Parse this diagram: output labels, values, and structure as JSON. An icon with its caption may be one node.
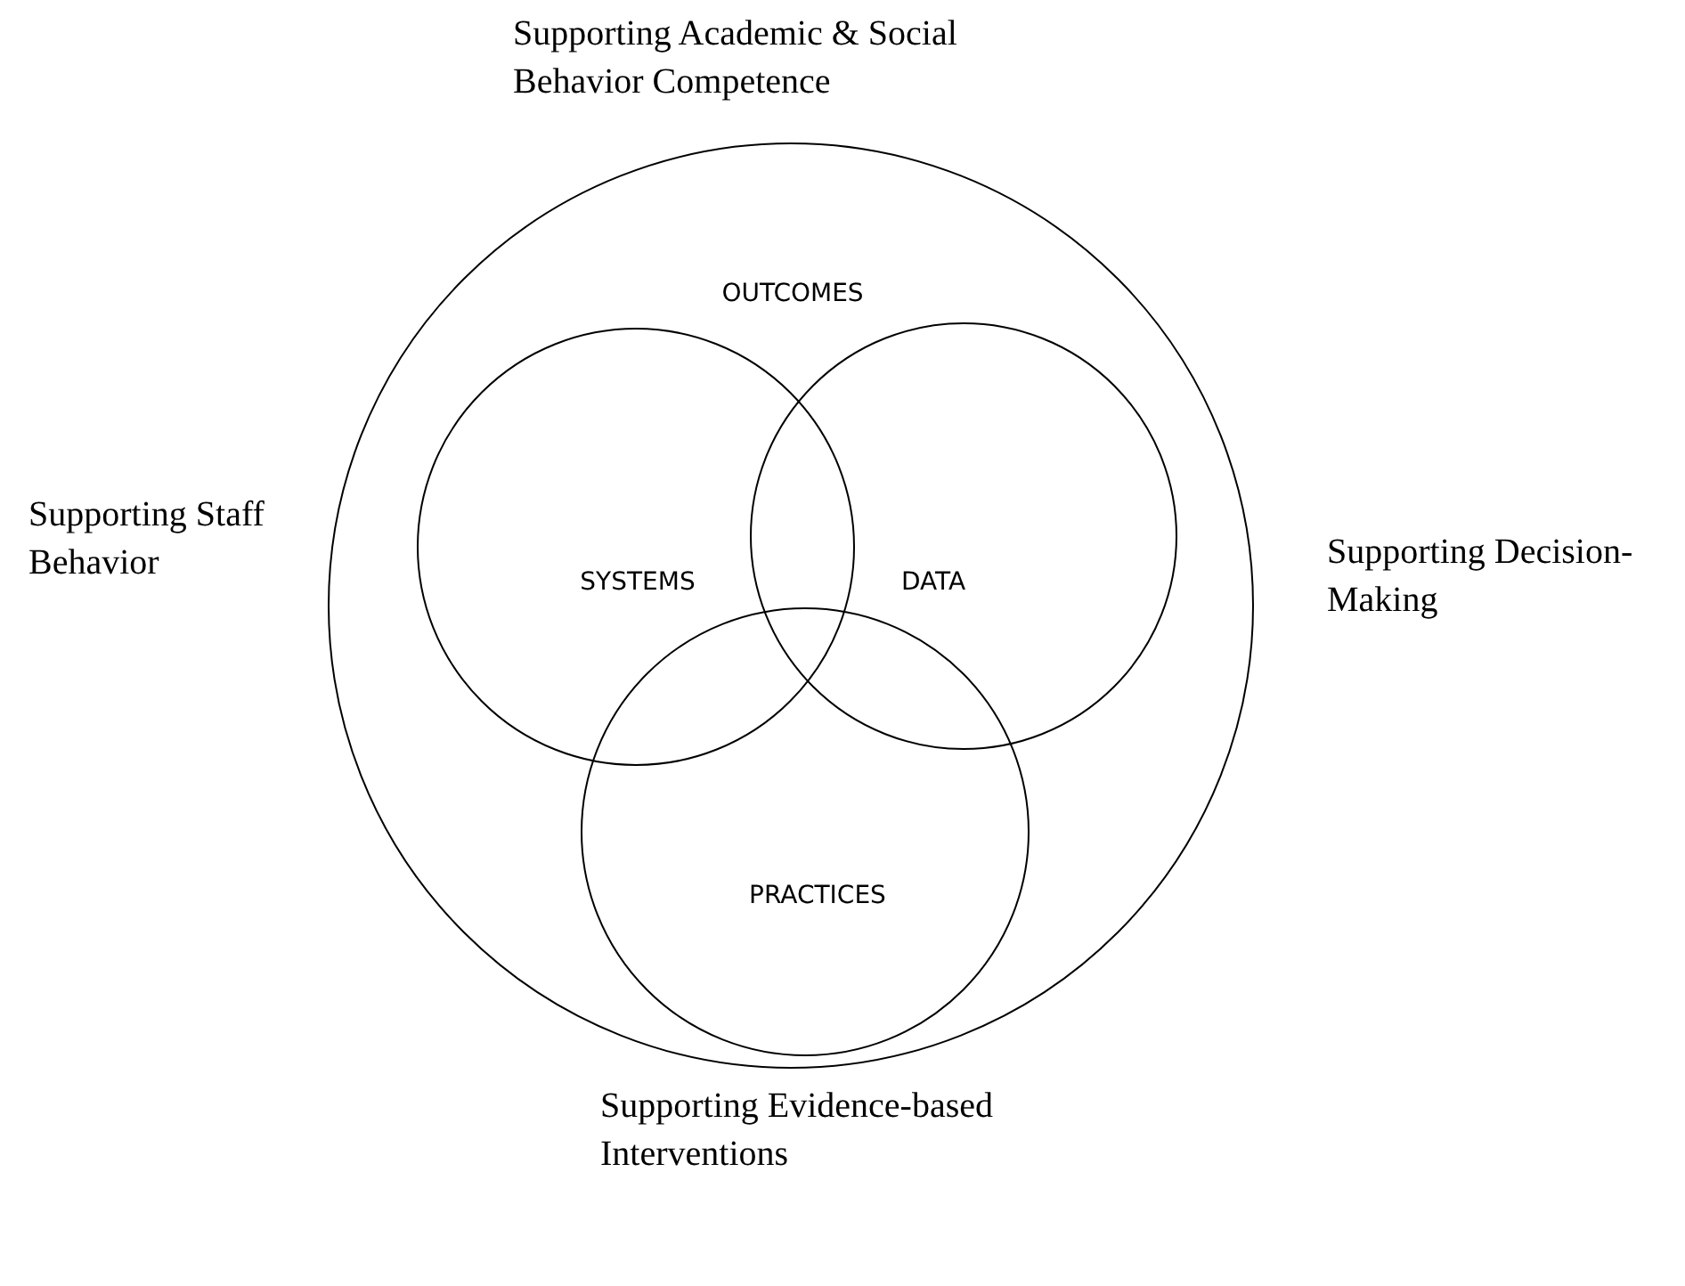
{
  "diagram": {
    "nodes": [
      {
        "text": [
          "OUTCOMES"
        ]
      },
      {
        "text": [
          "SYSTEMS"
        ],
        "in": 0
      },
      {
        "text": [
          "DATA"
        ],
        "in": 0
      },
      {
        "text": [
          "PRACTICES"
        ],
        "in": 0
      }
    ],
    "labels": [
      "Supporting Academic & Social Behavior Competence",
      "Supporting Staff Behavior",
      "Supporting Decision-Making",
      "Supporting Evidence-based Interventions"
    ]
  }
}
